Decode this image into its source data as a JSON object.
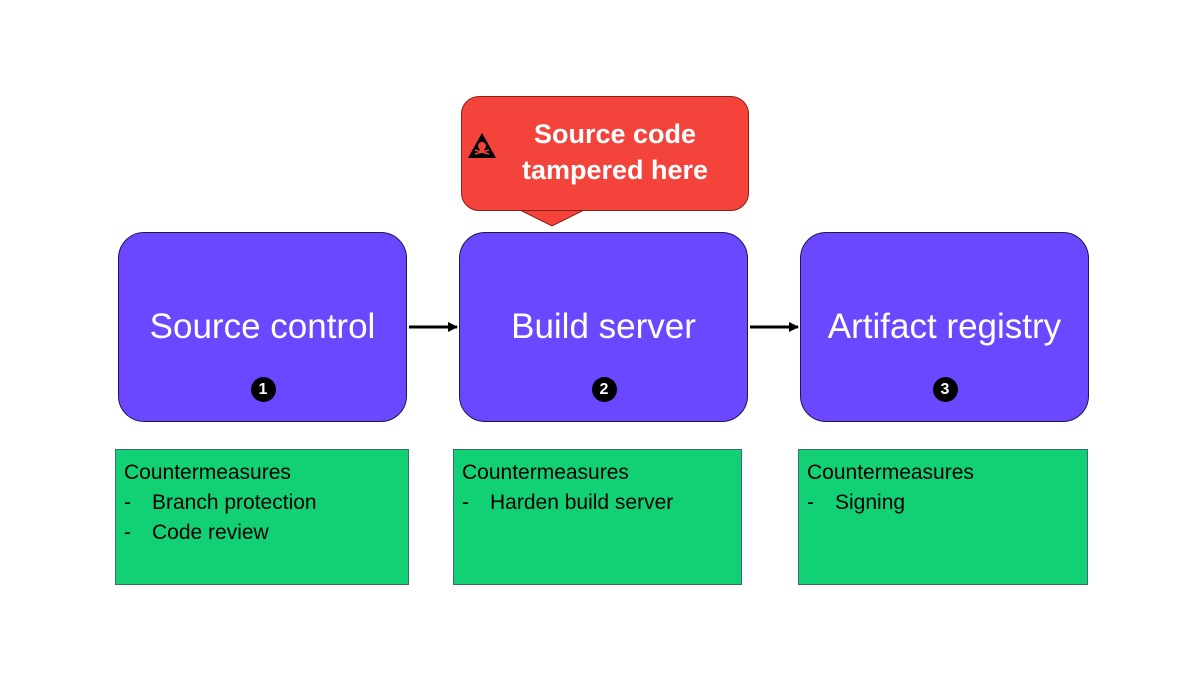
{
  "callout": {
    "line1": "Source code",
    "line2": "tampered here",
    "icon": "skull-warning-icon",
    "color": "#f4433a"
  },
  "stages": [
    {
      "label": "Source control",
      "number": "1"
    },
    {
      "label": "Build server",
      "number": "2"
    },
    {
      "label": "Artifact registry",
      "number": "3"
    }
  ],
  "countermeasures": [
    {
      "title": "Countermeasures",
      "items": [
        "Branch protection",
        "Code review"
      ]
    },
    {
      "title": "Countermeasures",
      "items": [
        "Harden build server"
      ]
    },
    {
      "title": "Countermeasures",
      "items": [
        "Signing"
      ]
    }
  ],
  "colors": {
    "stage_fill": "#6b47ff",
    "countermeasure_fill": "#12d175",
    "callout_fill": "#f4433a"
  }
}
